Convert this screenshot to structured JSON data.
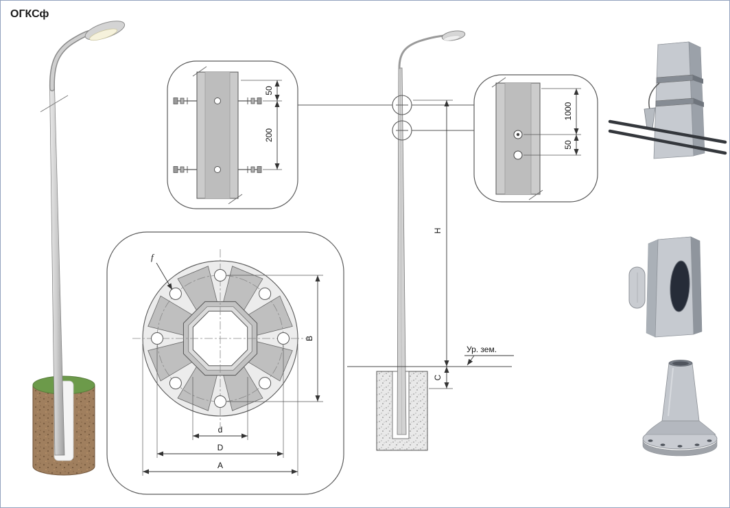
{
  "title": "ОГКСф",
  "top_detail": {
    "dim_top": "50",
    "dim_bottom": "200"
  },
  "right_detail": {
    "dim_top": "1000",
    "dim_bottom": "50"
  },
  "flange_detail": {
    "hole_label": "f",
    "dim_vertical": "B",
    "dim_inner": "d",
    "dim_bolt_circle": "D",
    "dim_outer": "A"
  },
  "elevation": {
    "dim_height": "H",
    "dim_embed": "C",
    "ground_label": "Ур. зем."
  },
  "colors": {
    "line": "#444444",
    "pole_gray": "#cccccc",
    "grass_green": "#6c9a4a",
    "soil_brown": "#9a7b5c",
    "steel_dark": "#34373c"
  }
}
